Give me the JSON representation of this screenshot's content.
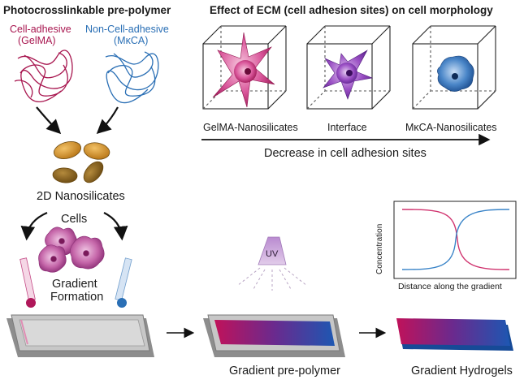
{
  "left_panel": {
    "title": "Photocrosslinkable pre-polymer",
    "adhesive_label_1": "Cell-adhesive",
    "adhesive_label_2": "(GelMA)",
    "nonadhesive_label_1": "Non-Cell-adhesive",
    "nonadhesive_label_2": "(MκCA)",
    "nanosilicates_label": "2D Nanosilicates",
    "cells_label": "Cells",
    "gradient_formation_1": "Gradient",
    "gradient_formation_2": "Formation"
  },
  "right_panel": {
    "title": "Effect of ECM (cell adhesion sites) on cell morphology",
    "cube_labels": [
      "GelMA-Nanosilicates",
      "Interface",
      "MκCA-Nanosilicates"
    ],
    "arrow_label": "Decrease in cell adhesion sites"
  },
  "uv_label": "UV",
  "plot": {
    "ylabel": "Concentration",
    "xlabel": "Distance along the gradient"
  },
  "bottom": {
    "prepolymer_label": "Gradient pre-polymer",
    "hydrogel_label": "Gradient Hydrogels"
  },
  "colors": {
    "gelma": "#b0185a",
    "mkca": "#2a6fb5",
    "nanosilicate": "#d99a2b",
    "uv": "#c9a2d6"
  }
}
